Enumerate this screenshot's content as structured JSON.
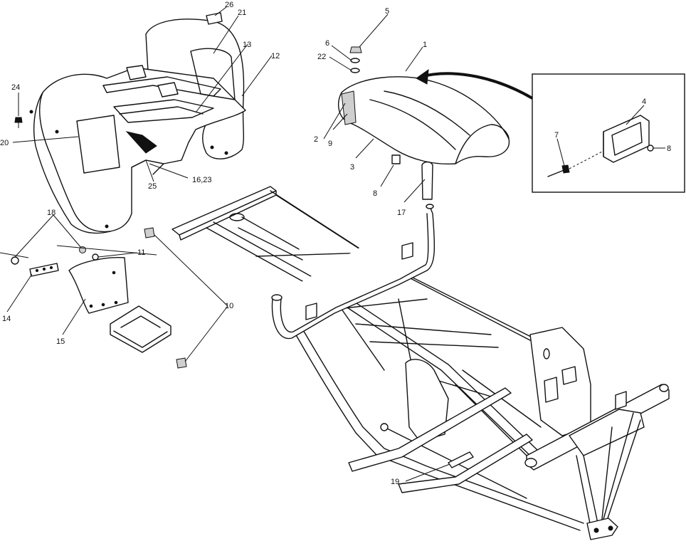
{
  "diagram": {
    "type": "exploded-parts-view",
    "callouts": {
      "c1": "1",
      "c2": "2",
      "c3": "3",
      "c4": "4",
      "c5": "5",
      "c6": "6",
      "c7": "7",
      "c8a": "8",
      "c8b": "8",
      "c9": "9",
      "c10": "10",
      "c11": "11",
      "c12": "12",
      "c13": "13",
      "c14": "14",
      "c15": "15",
      "c16_23": "16,23",
      "c17": "17",
      "c18": "18",
      "c19": "19",
      "c20": "20",
      "c21": "21",
      "c22": "22",
      "c24": "24",
      "c25": "25",
      "c26": "26"
    }
  }
}
